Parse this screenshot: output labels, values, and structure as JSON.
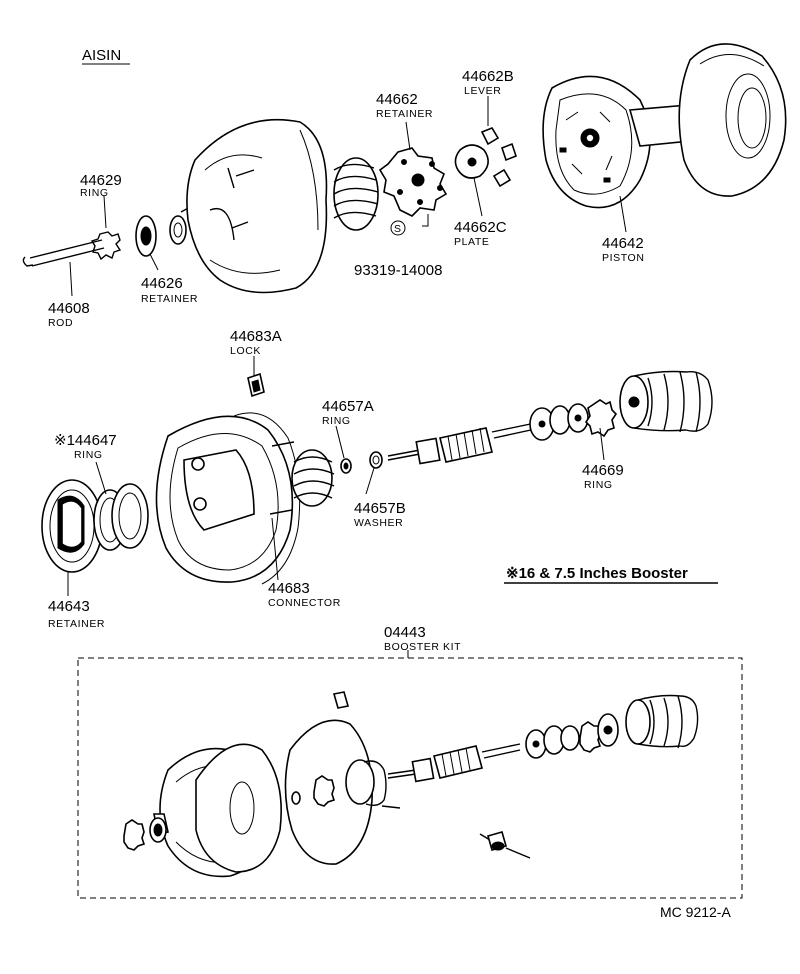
{
  "header": {
    "brand": "AISIN"
  },
  "parts": [
    {
      "number": "44629",
      "name": "RING"
    },
    {
      "number": "44608",
      "name": "ROD"
    },
    {
      "number": "44626",
      "name": "RETAINER"
    },
    {
      "number": "44662",
      "name": "RETAINER"
    },
    {
      "number": "44662B",
      "name": "LEVER"
    },
    {
      "number": "44662C",
      "name": "PLATE"
    },
    {
      "number": "93319-14008",
      "name": ""
    },
    {
      "number": "44642",
      "name": "PISTON"
    },
    {
      "number": "44683A",
      "name": "LOCK"
    },
    {
      "number": "44657A",
      "name": "RING"
    },
    {
      "number": "※144647",
      "name": "RING"
    },
    {
      "number": "44657B",
      "name": "WASHER"
    },
    {
      "number": "44669",
      "name": "RING"
    },
    {
      "number": "44643",
      "name": "RETAINER"
    },
    {
      "number": "44683",
      "name": "CONNECTOR"
    },
    {
      "number": "04443",
      "name": "BOOSTER KIT"
    }
  ],
  "symbols": {
    "s_marker": "S"
  },
  "note": "※16 & 7.5 Inches Booster",
  "footer": {
    "code": "MC 9212-A"
  }
}
